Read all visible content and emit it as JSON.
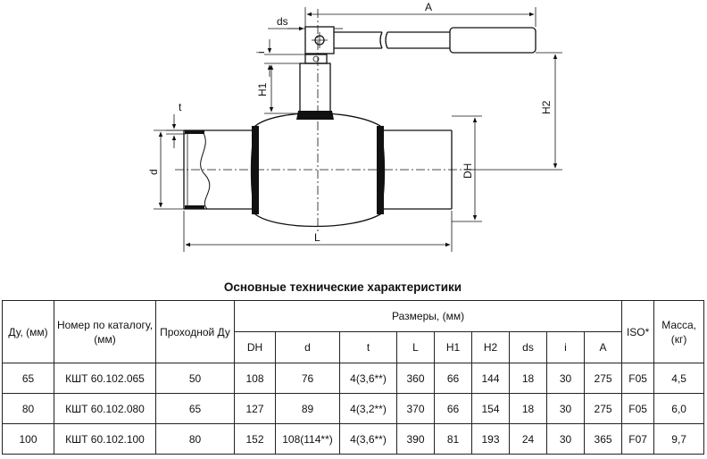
{
  "drawing": {
    "labels": {
      "A": "A",
      "ds": "ds",
      "i": "i",
      "H1": "H1",
      "H2": "H2",
      "t": "t",
      "d": "d",
      "DH": "DH",
      "L": "L"
    }
  },
  "caption": "Основные технические характеристики",
  "table": {
    "headers": {
      "du": "Ду, (мм)",
      "catalog": "Номер по каталогу, (мм)",
      "bore": "Проходной Ду",
      "dims": "Размеры, (мм)",
      "iso": "ISO*",
      "mass": "Масса, (кг)"
    },
    "subheaders": [
      "DH",
      "d",
      "t",
      "L",
      "H1",
      "H2",
      "ds",
      "i",
      "A"
    ],
    "rows": [
      [
        "65",
        "КШТ 60.102.065",
        "50",
        "108",
        "76",
        "4(3,6**)",
        "360",
        "66",
        "144",
        "18",
        "30",
        "275",
        "F05",
        "4,5"
      ],
      [
        "80",
        "КШТ 60.102.080",
        "65",
        "127",
        "89",
        "4(3,2**)",
        "370",
        "66",
        "154",
        "18",
        "30",
        "275",
        "F05",
        "6,0"
      ],
      [
        "100",
        "КШТ 60.102.100",
        "80",
        "152",
        "108(114**)",
        "4(3,6**)",
        "390",
        "81",
        "193",
        "24",
        "30",
        "365",
        "F07",
        "9,7"
      ]
    ]
  }
}
